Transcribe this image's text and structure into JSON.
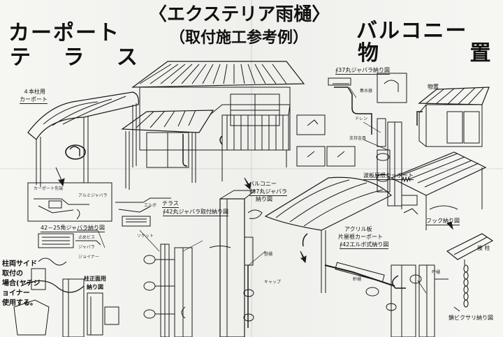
{
  "header": {
    "title": "〈エクステリア雨樋〉",
    "subtitle": "（取付施工参考例）",
    "left_line1": "カーポート",
    "left_line2": "テ ラ ス",
    "right_line1": "バルコニー",
    "right_line2": "物 置"
  },
  "labels": {
    "carport_4post_1": "４本柱用",
    "carport_4post_2": "カーポート",
    "jabara_42_25": "42－25角ジャバラ納り図",
    "pillar_side_1": "柱両サイド取付の",
    "pillar_side_2": "場合(ヤチジョイナー",
    "pillar_side_3": "使用する。",
    "pillar_detail_1": "柱正面用",
    "pillar_detail_2": "納り図",
    "terrace": "テラス",
    "jabara_42_terrace": "∮42丸ジャバラ取付納り図",
    "balcony": "バルコニー",
    "jabara_37_balcony_1": "∮37丸ジャバラ",
    "jabara_37_balcony_2": "納り図",
    "jabara_37_top": "∮37丸ジャバラ納り図",
    "storage": "物置",
    "wave_carport": "波板屋根カーポート",
    "hook_detail": "フック納り図",
    "acrylic_1": "アクリル板",
    "acrylic_2": "片屋根カーポート",
    "elbow_42": "∮42エルボ式納り図",
    "back_pillar": "後 柱",
    "chain_detail": "鎖ビクサリ納り図"
  },
  "callouts": {
    "c1": "カーポート先端",
    "c2": "アルミジャバラ",
    "c3": "止めビス",
    "c4": "ジャバラ",
    "c5": "ジョイナー",
    "c6": "エルボ",
    "c7": "ソケット",
    "c8": "集水器",
    "c9": "ドレン",
    "c10": "支持金具",
    "c11": "竪樋",
    "c12": "キャップ",
    "c13": "軒樋",
    "c14": "呼樋"
  }
}
